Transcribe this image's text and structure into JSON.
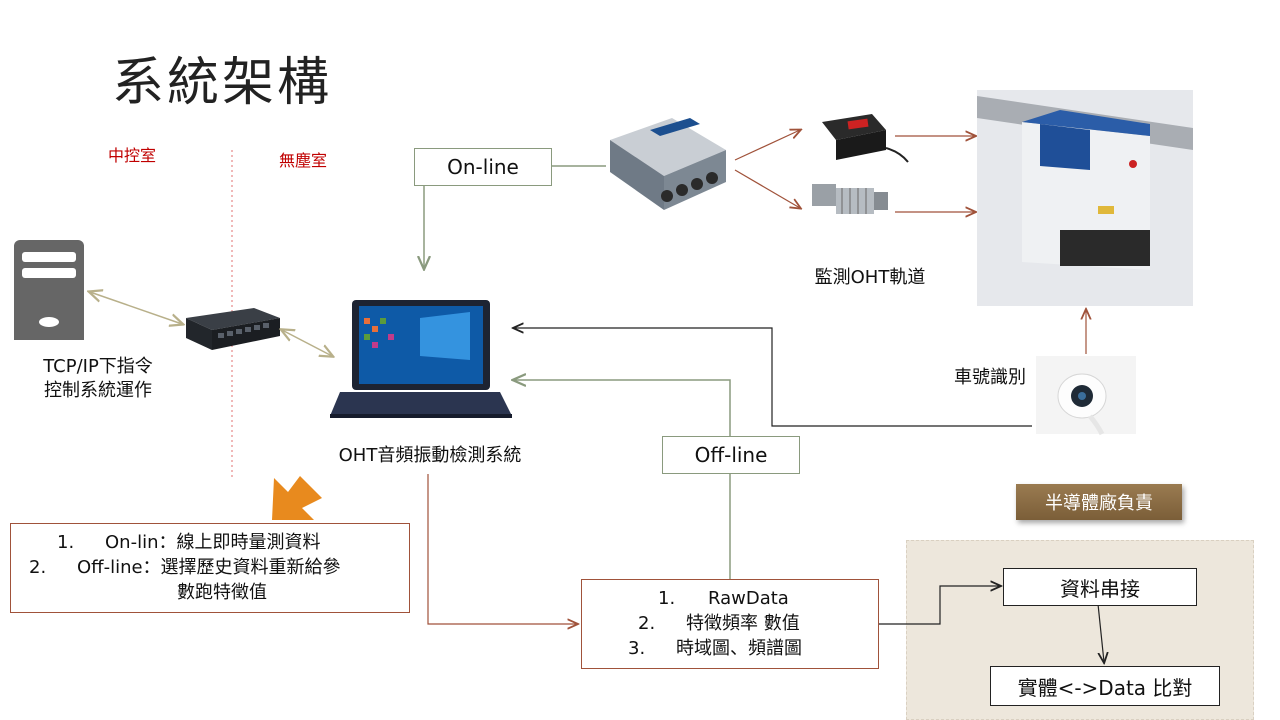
{
  "title": "系統架構",
  "zones": {
    "control_room": "中控室",
    "clean_room": "無塵室"
  },
  "server_caption": {
    "line1": "TCP/IP下指令",
    "line2": "控制系統運作"
  },
  "laptop_caption": "OHT音頻振動檢測系統",
  "sensor_caption": "監測OHT軌道",
  "camera_caption": "車號識別",
  "online_label": "On-line",
  "offline_label": "Off-line",
  "notes": {
    "n1_num": "1.",
    "n1_text": "On-lin：線上即時量測資料",
    "n2_num": "2.",
    "n2_text": "Off-line：選擇歷史資料重新給參",
    "n2_cont": "數跑特徵值"
  },
  "steps": {
    "s1_num": "1.",
    "s1_text": "RawData",
    "s2_num": "2.",
    "s2_text": "特徵頻率 數值",
    "s3_num": "3.",
    "s3_text": "時域圖、頻譜圖"
  },
  "responsibility_badge": "半導體廠負責",
  "data_concat": "資料串接",
  "physical_compare": "實體<->Data 比對",
  "colors": {
    "green_arrow": "#8a9a7e",
    "brown_arrow": "#a0523a",
    "orange_arrow": "#e88a1e",
    "title_red": "#c00000",
    "panel_beige": "#ede7dc"
  }
}
